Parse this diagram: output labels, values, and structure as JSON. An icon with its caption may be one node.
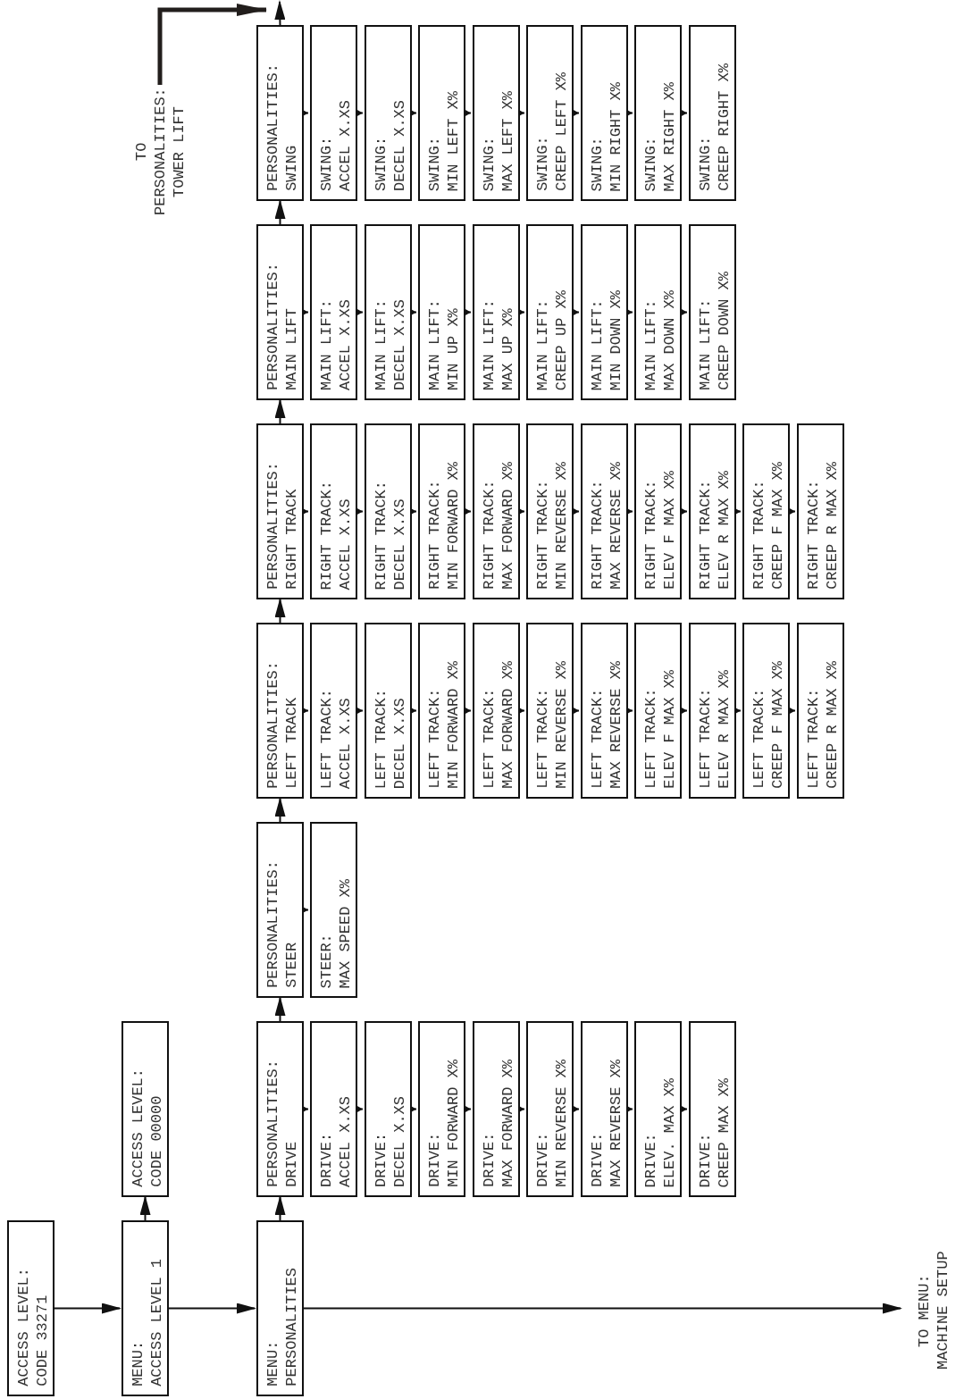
{
  "diagram": {
    "nodes": [
      {
        "text": [
          "ACCESS LEVEL:",
          "CODE 33271"
        ]
      },
      {
        "text": [
          "MENU:",
          "ACCESS LEVEL 1"
        ]
      },
      {
        "text": [
          "ACCESS LEVEL:",
          "CODE 00000"
        ]
      },
      {
        "text": [
          "MENU:",
          "PERSONALITIES"
        ]
      },
      {
        "text": [
          "TO MENU: MACHINE SETUP"
        ]
      },
      {
        "text": [
          "PERSONALITIES:",
          "DRIVE"
        ]
      },
      {
        "text": [
          "DRIVE:",
          "ACCEL X.XS"
        ]
      },
      {
        "text": [
          "DRIVE:",
          "DECEL X.XS"
        ]
      },
      {
        "text": [
          "DRIVE:",
          "MIN FORWARD X%"
        ]
      },
      {
        "text": [
          "DRIVE:",
          "MAX FORWARD X%"
        ]
      },
      {
        "text": [
          "DRIVE:",
          "MIN REVERSE X%"
        ]
      },
      {
        "text": [
          "DRIVE:",
          "MAX REVERSE X%"
        ]
      },
      {
        "text": [
          "DRIVE:",
          "ELEV. MAX X%"
        ]
      },
      {
        "text": [
          "DRIVE:",
          "CREEP MAX X%"
        ]
      },
      {
        "text": [
          "PERSONALITIES:",
          "STEER"
        ]
      },
      {
        "text": [
          "STEER:",
          "MAX SPEED X%"
        ]
      },
      {
        "text": [
          "PERSONALITIES:",
          "LEFT TRACK"
        ]
      },
      {
        "text": [
          "LEFT TRACK:",
          "ACCEL X.XS"
        ]
      },
      {
        "text": [
          "LEFT TRACK:",
          "DECEL X.XS"
        ]
      },
      {
        "text": [
          "LEFT TRACK:",
          "MIN FORWARD X%"
        ]
      },
      {
        "text": [
          "LEFT TRACK:",
          "MAX FORWARD X%"
        ]
      },
      {
        "text": [
          "LEFT TRACK:",
          "MIN REVERSE X%"
        ]
      },
      {
        "text": [
          "LEFT TRACK:",
          "MAX REVERSE X%"
        ]
      },
      {
        "text": [
          "LEFT TRACK:",
          "ELEV F MAX X%"
        ]
      },
      {
        "text": [
          "LEFT TRACK:",
          "ELEV R MAX X%"
        ]
      },
      {
        "text": [
          "LEFT TRACK:",
          "CREEP F MAX X%"
        ]
      },
      {
        "text": [
          "LEFT TRACK:",
          "CREEP R MAX X%"
        ]
      },
      {
        "text": [
          "PERSONALITIES:",
          "RIGHT TRACK"
        ]
      },
      {
        "text": [
          "RIGHT TRACK:",
          "ACCEL X.XS"
        ]
      },
      {
        "text": [
          "RIGHT TRACK:",
          "DECEL X.XS"
        ]
      },
      {
        "text": [
          "RIGHT TRACK:",
          "MIN FORWARD X%"
        ]
      },
      {
        "text": [
          "RIGHT TRACK:",
          "MAX FORWARD X%"
        ]
      },
      {
        "text": [
          "RIGHT TRACK:",
          "MIN REVERSE X%"
        ]
      },
      {
        "text": [
          "RIGHT TRACK:",
          "MAX REVERSE X%"
        ]
      },
      {
        "text": [
          "RIGHT TRACK:",
          "ELEV F MAX X%"
        ]
      },
      {
        "text": [
          "RIGHT TRACK:",
          "ELEV R MAX X%"
        ]
      },
      {
        "text": [
          "RIGHT TRACK:",
          "CREEP F MAX X%"
        ]
      },
      {
        "text": [
          "RIGHT TRACK:",
          "CREEP R MAX X%"
        ]
      },
      {
        "text": [
          "PERSONALITIES:",
          "MAIN LIFT"
        ]
      },
      {
        "text": [
          "MAIN LIFT:",
          "ACCEL X.XS"
        ]
      },
      {
        "text": [
          "MAIN LIFT:",
          "DECEL X.XS"
        ]
      },
      {
        "text": [
          "MAIN LIFT:",
          "MIN UP X%"
        ]
      },
      {
        "text": [
          "MAIN LIFT:",
          "MAX UP X%"
        ]
      },
      {
        "text": [
          "MAIN LIFT:",
          "CREEP UP X%"
        ]
      },
      {
        "text": [
          "MAIN LIFT:",
          "MIN DOWN X%"
        ]
      },
      {
        "text": [
          "MAIN LIFT:",
          "MAX DOWN X%"
        ]
      },
      {
        "text": [
          "MAIN LIFT:",
          "CREEP DOWN X%"
        ]
      },
      {
        "text": [
          "PERSONALITIES:",
          "SWING"
        ]
      },
      {
        "text": [
          "SWING:",
          "ACCEL X.XS"
        ]
      },
      {
        "text": [
          "SWING:",
          "DECEL X.XS"
        ]
      },
      {
        "text": [
          "SWING:",
          "MIN LEFT X%"
        ]
      },
      {
        "text": [
          "SWING:",
          "MAX LEFT X%"
        ]
      },
      {
        "text": [
          "SWING:",
          "CREEP LEFT X%"
        ]
      },
      {
        "text": [
          "SWING:",
          "MIN RIGHT X%"
        ]
      },
      {
        "text": [
          "SWING:",
          "MAX RIGHT X%"
        ]
      },
      {
        "text": [
          "SWING:",
          "CREEP RIGHT X%"
        ]
      },
      {
        "text": [
          "TO PERSONALITIES: TOWER LIFT"
        ]
      }
    ],
    "edges": [
      {
        "from": 0,
        "to": 1,
        "arrow": "to"
      },
      {
        "from": 1,
        "to": 2,
        "arrow": "to"
      },
      {
        "from": 1,
        "to": 3,
        "arrow": "to"
      },
      {
        "from": 3,
        "to": 4,
        "arrow": "to"
      },
      {
        "from": 3,
        "to": 5,
        "arrow": "to"
      },
      {
        "from": 5,
        "to": 14,
        "arrow": "to"
      },
      {
        "from": 14,
        "to": 16,
        "arrow": "to"
      },
      {
        "from": 16,
        "to": 27,
        "arrow": "to"
      },
      {
        "from": 27,
        "to": 38,
        "arrow": "to"
      },
      {
        "from": 38,
        "to": 47,
        "arrow": "to"
      },
      {
        "from": 47,
        "to": null,
        "arrow": "to"
      },
      {
        "from": 56,
        "to": 47,
        "arrow": "to",
        "style": "thick"
      },
      {
        "from": 5,
        "to": 6,
        "arrow": "to"
      },
      {
        "from": 6,
        "to": 7,
        "arrow": "to"
      },
      {
        "from": 7,
        "to": 8,
        "arrow": "to"
      },
      {
        "from": 8,
        "to": 9,
        "arrow": "to"
      },
      {
        "from": 9,
        "to": 10,
        "arrow": "to"
      },
      {
        "from": 10,
        "to": 11,
        "arrow": "to"
      },
      {
        "from": 11,
        "to": 12,
        "arrow": "to"
      },
      {
        "from": 12,
        "to": 13,
        "arrow": "to"
      },
      {
        "from": 14,
        "to": 15,
        "arrow": "to"
      },
      {
        "from": 16,
        "to": 17,
        "arrow": "to"
      },
      {
        "from": 17,
        "to": 18,
        "arrow": "to"
      },
      {
        "from": 18,
        "to": 19,
        "arrow": "to"
      },
      {
        "from": 19,
        "to": 20,
        "arrow": "to"
      },
      {
        "from": 20,
        "to": 21,
        "arrow": "to"
      },
      {
        "from": 21,
        "to": 22,
        "arrow": "to"
      },
      {
        "from": 22,
        "to": 23,
        "arrow": "to"
      },
      {
        "from": 23,
        "to": 24,
        "arrow": "to"
      },
      {
        "from": 24,
        "to": 25,
        "arrow": "to"
      },
      {
        "from": 25,
        "to": 26,
        "arrow": "to"
      },
      {
        "from": 27,
        "to": 28,
        "arrow": "to"
      },
      {
        "from": 28,
        "to": 29,
        "arrow": "to"
      },
      {
        "from": 29,
        "to": 30,
        "arrow": "to"
      },
      {
        "from": 30,
        "to": 31,
        "arrow": "to"
      },
      {
        "from": 31,
        "to": 32,
        "arrow": "to"
      },
      {
        "from": 32,
        "to": 33,
        "arrow": "to"
      },
      {
        "from": 33,
        "to": 34,
        "arrow": "to"
      },
      {
        "from": 34,
        "to": 35,
        "arrow": "to"
      },
      {
        "from": 35,
        "to": 36,
        "arrow": "to"
      },
      {
        "from": 36,
        "to": 37,
        "arrow": "to"
      },
      {
        "from": 38,
        "to": 39,
        "arrow": "to"
      },
      {
        "from": 39,
        "to": 40,
        "arrow": "to"
      },
      {
        "from": 40,
        "to": 41,
        "arrow": "to"
      },
      {
        "from": 41,
        "to": 42,
        "arrow": "to"
      },
      {
        "from": 42,
        "to": 43,
        "arrow": "to"
      },
      {
        "from": 43,
        "to": 44,
        "arrow": "to"
      },
      {
        "from": 44,
        "to": 45,
        "arrow": "to"
      },
      {
        "from": 45,
        "to": 46,
        "arrow": "to"
      },
      {
        "from": 47,
        "to": 48,
        "arrow": "to"
      },
      {
        "from": 48,
        "to": 49,
        "arrow": "to"
      },
      {
        "from": 49,
        "to": 50,
        "arrow": "to"
      },
      {
        "from": 50,
        "to": 51,
        "arrow": "to"
      },
      {
        "from": 51,
        "to": 52,
        "arrow": "to"
      },
      {
        "from": 52,
        "to": 53,
        "arrow": "to"
      },
      {
        "from": 53,
        "to": 54,
        "arrow": "to"
      },
      {
        "from": 54,
        "to": 55,
        "arrow": "to"
      }
    ]
  }
}
